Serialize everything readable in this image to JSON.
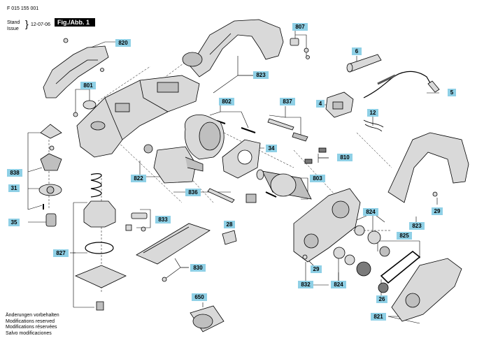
{
  "header": {
    "doc_number": "F 015 155 001",
    "stand_label": "Stand",
    "issue_label": "Issue",
    "date": "12-07-06",
    "figure_label": "Fig./Abb. 1"
  },
  "footer": {
    "lines": [
      "Änderungen vorbehalten",
      "Modifications reserved",
      "Modifications réservées",
      "Salvo modificaciones"
    ]
  },
  "callouts": {
    "c820": "820",
    "c801": "801",
    "c823a": "823",
    "c807": "807",
    "c6": "6",
    "c5": "5",
    "c802": "802",
    "c837": "837",
    "c4": "4",
    "c12": "12",
    "c838": "838",
    "c34": "34",
    "c810": "810",
    "c822": "822",
    "c803": "803",
    "c31": "31",
    "c836": "836",
    "c29a": "29",
    "c35": "35",
    "c833": "833",
    "c28": "28",
    "c824a": "824",
    "c825": "825",
    "c823b": "823",
    "c827": "827",
    "c830": "830",
    "c29b": "29",
    "c832": "832",
    "c824b": "824",
    "c26": "26",
    "c650": "650",
    "c821": "821"
  },
  "colors": {
    "callout_bg": "#8fd0e6",
    "part_fill": "#d9d9d9",
    "part_dark": "#7a7a7a",
    "line": "#000000"
  }
}
